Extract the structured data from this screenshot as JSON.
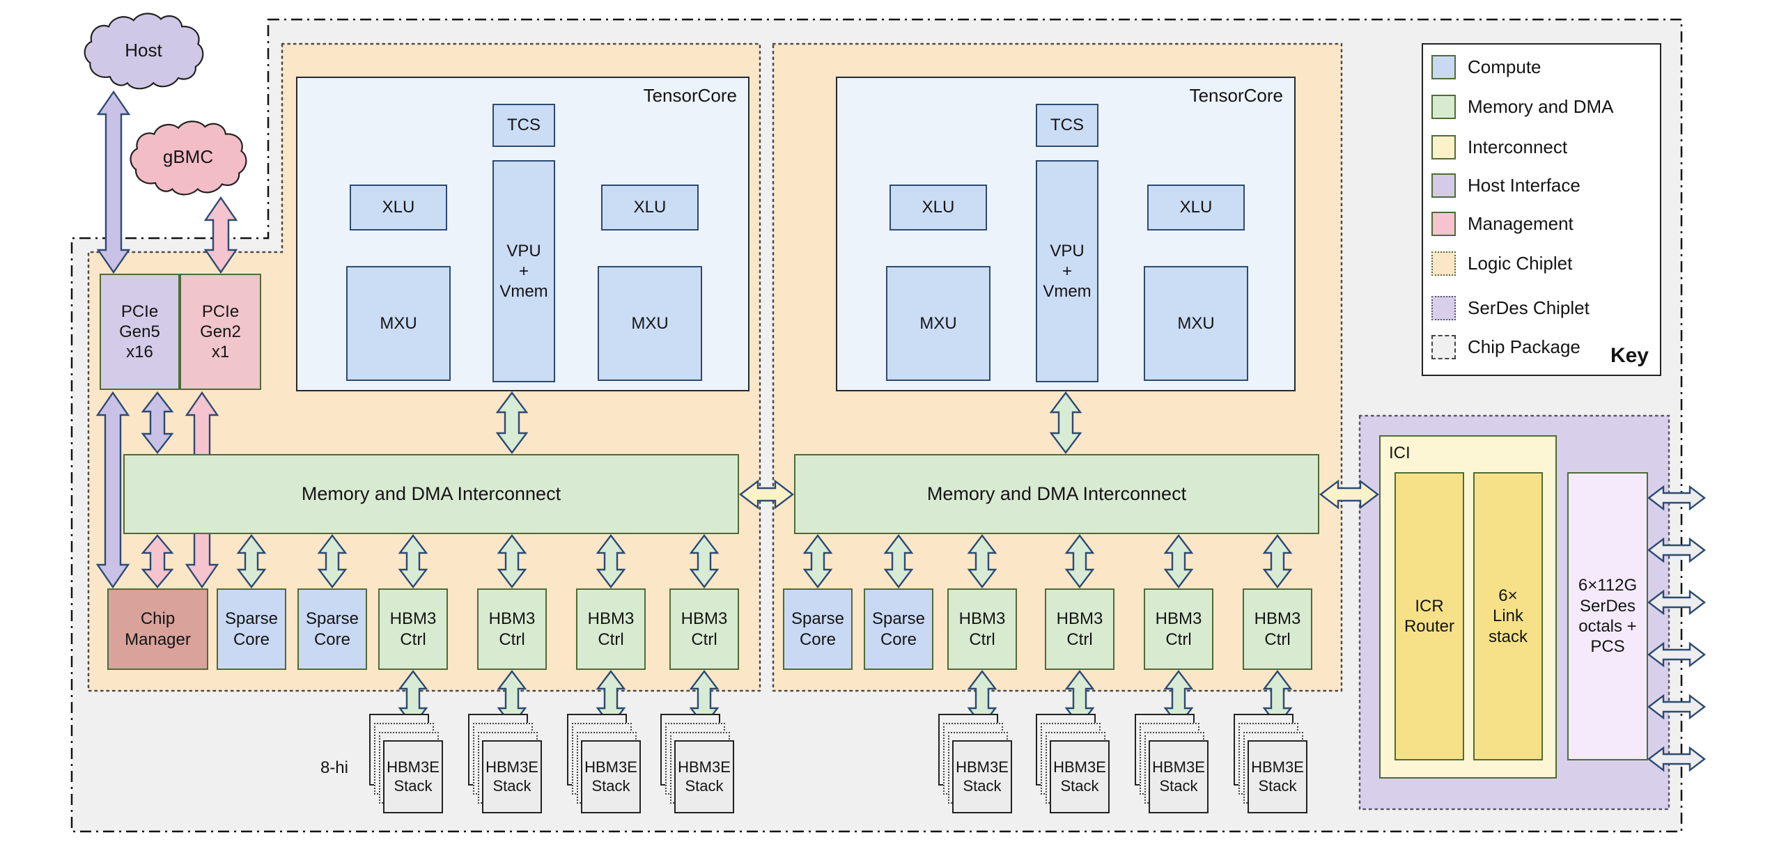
{
  "colors": {
    "package_fill": "#f0f0f0",
    "logic_chiplet_fill": "#fce6c8",
    "serdes_chiplet_fill": "#d8d0ea",
    "compute_fill": "#c9d9f3",
    "memory_fill": "#d8ebd1",
    "interconnect_fill": "#fdf6d4",
    "interconnect_inner_fill": "#f6e189",
    "host_fill": "#d3cbe8",
    "management_fill": "#f0c5cb",
    "chip_manager_fill": "#d9a29b",
    "serdes_octals_fill": "#f4eafb",
    "host_cloud_fill": "#cfc8e6",
    "management_cloud_fill": "#f2bdc7",
    "box_border_green": "#4f6b35",
    "box_border_blue": "#2c4a72",
    "arrow_outline": "#2c4a72",
    "arrow_purple": "#c9c2e6",
    "arrow_pink": "#f5c4ce",
    "arrow_green": "#d8ebd4",
    "arrow_blue": "#cbdcf5",
    "arrow_yellow": "#fcf2c9",
    "arrow_gray": "#ededed"
  },
  "clouds": {
    "host_label": "Host",
    "gbmc_label": "gBMC"
  },
  "host_interface": {
    "pcie_gen5": "PCIe\nGen5\nx16",
    "pcie_gen2": "PCIe\nGen2\nx1"
  },
  "management": {
    "chip_manager": "Chip\nManager"
  },
  "tensorcore": {
    "title": "TensorCore",
    "tcs": "TCS",
    "vpu_vmem": "VPU\n+\nVmem",
    "xlu": "XLU",
    "mxu": "MXU"
  },
  "memory": {
    "interconnect": "Memory and DMA Interconnect",
    "hbm_ctrl": "HBM3\nCtrl",
    "hbm_stack": "HBM3E\nStack",
    "stack_height_label": "8-hi"
  },
  "compute": {
    "sparse_core": "Sparse\nCore"
  },
  "ici": {
    "title": "ICI",
    "icr_router": "ICR\nRouter",
    "link_stack": "6×\nLink\nstack"
  },
  "serdes": {
    "octals": "6×112G\nSerDes\noctals +\nPCS"
  },
  "key": {
    "title": "Key",
    "items": [
      {
        "label": "Compute",
        "swatch_style": "background:#c9d9f3;border:2px solid #4f6b35"
      },
      {
        "label": "Memory and DMA",
        "swatch_style": "background:#d8ebd1;border:2px solid #4f6b35"
      },
      {
        "label": "Interconnect",
        "swatch_style": "background:#fcf2c9;border:2px solid #4f6b35"
      },
      {
        "label": "Host Interface",
        "swatch_style": "background:#d3cbe8;border:2px solid #4f6b35"
      },
      {
        "label": "Management",
        "swatch_style": "background:#f5c4ce;border:2px solid #4f6b35"
      },
      {
        "label": "Logic Chiplet",
        "swatch_style": "background:#fce6c8;border:2px dotted #4f6b35"
      },
      {
        "label": "SerDes Chiplet",
        "swatch_style": "background:#d8d0ea;border:2px dotted #55556a"
      },
      {
        "label": "Chip Package",
        "swatch_style": "background:#f0f0f0;border:2px dashed #444"
      }
    ]
  }
}
